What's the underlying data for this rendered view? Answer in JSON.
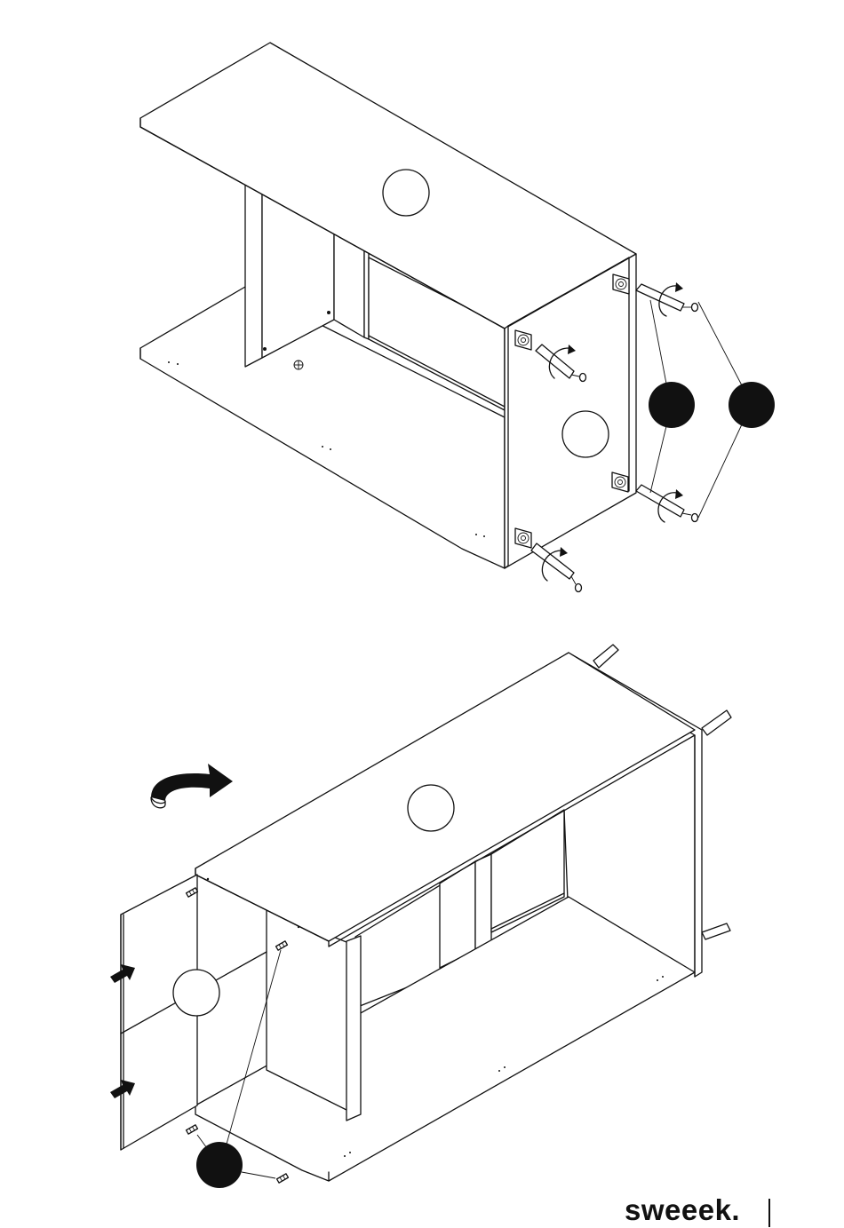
{
  "document": {
    "brand": "sweeek.",
    "steps": [
      {
        "name": "attach-legs",
        "callouts": [
          "",
          "",
          "",
          ""
        ]
      },
      {
        "name": "flip-and-fit-door",
        "callouts": [
          "",
          "",
          ""
        ]
      }
    ]
  }
}
